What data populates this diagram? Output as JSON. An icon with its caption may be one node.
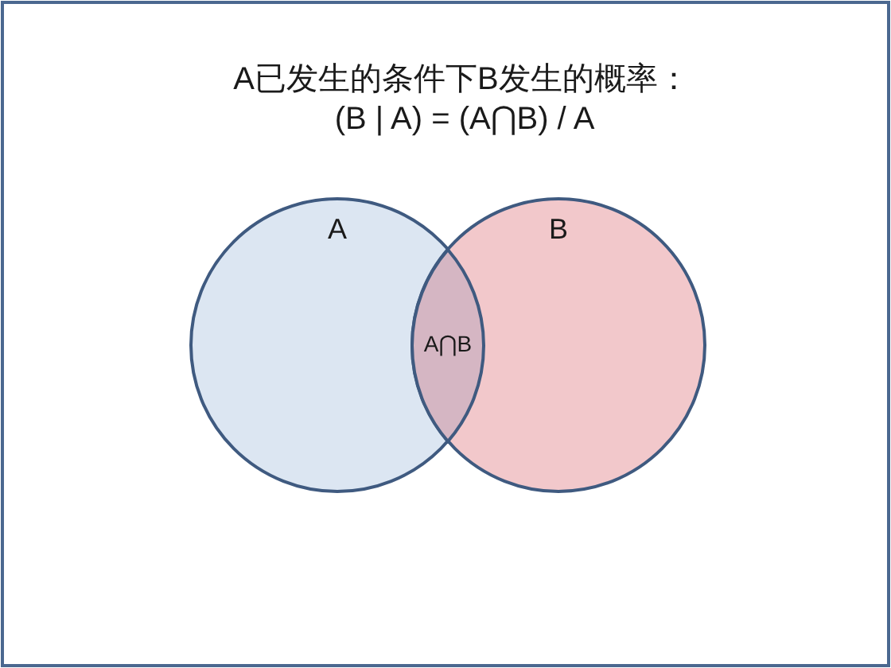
{
  "diagram": {
    "title": "A已发生的条件下B发生的概率：",
    "nodes": [
      {
        "text": [
          "A"
        ]
      },
      {
        "text": [
          "B"
        ]
      },
      {
        "text": [
          "A⋂B"
        ]
      }
    ],
    "labels": [
      "(B | A) = (A⋂B) / A"
    ]
  }
}
